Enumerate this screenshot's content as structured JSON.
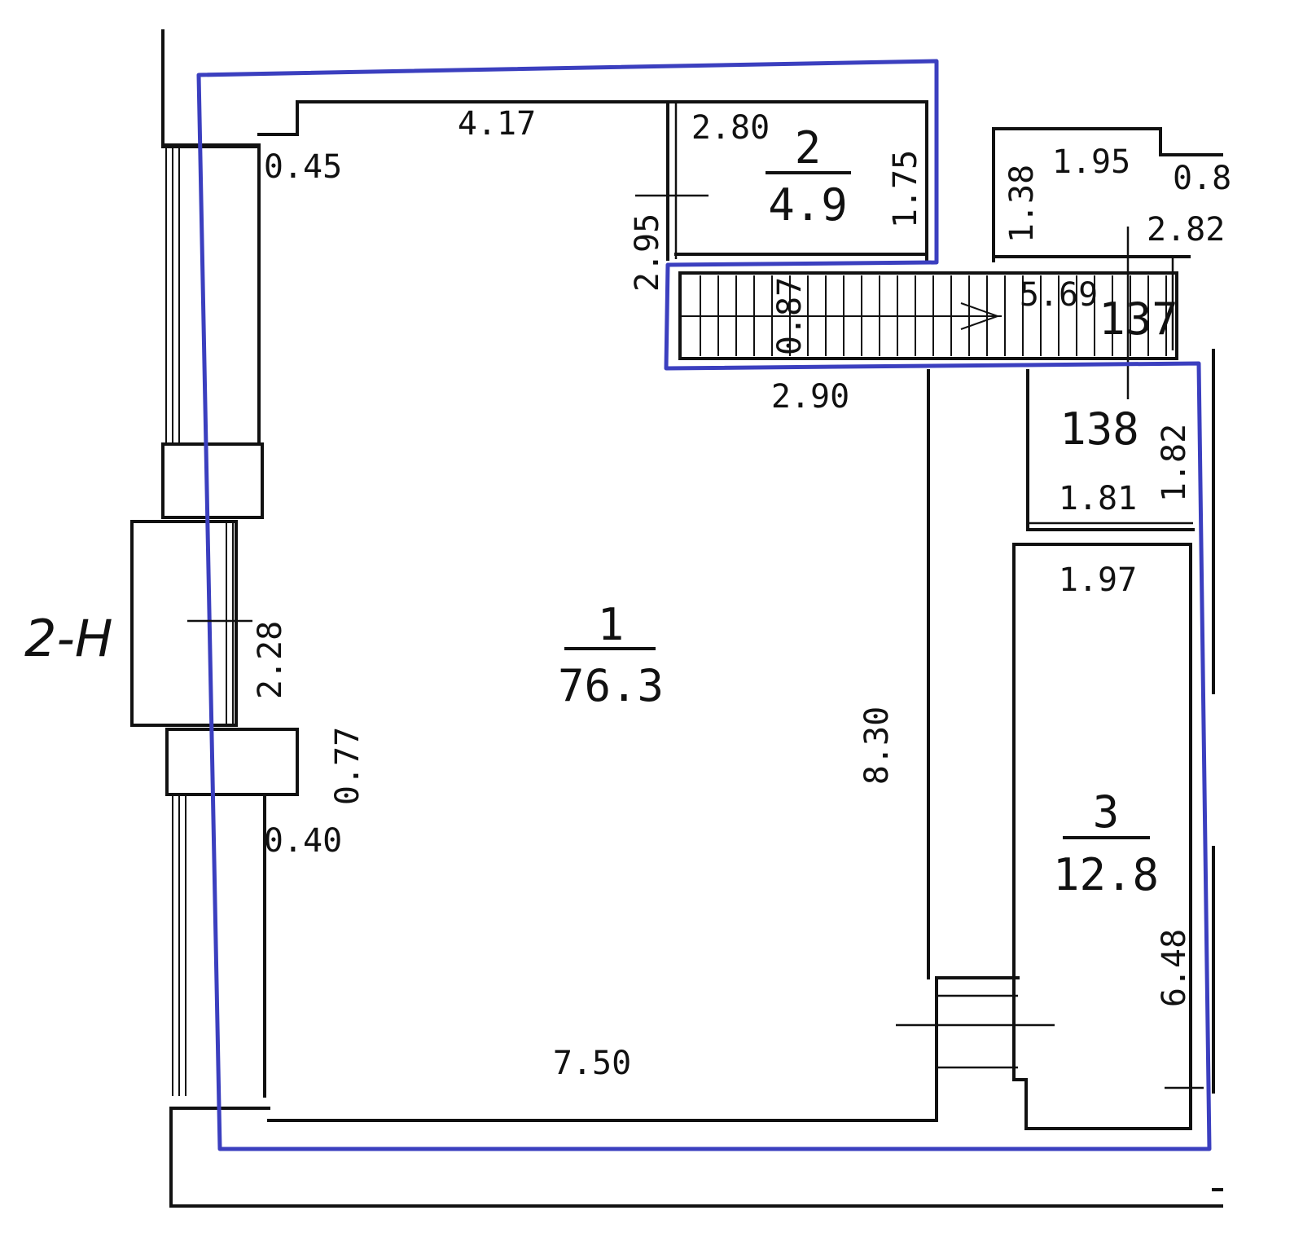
{
  "plan": {
    "side_label": "2-Н",
    "boundary_color": "#3b3fbf",
    "rooms": [
      {
        "number": "1",
        "area": "76.3"
      },
      {
        "number": "2",
        "area": "4.9"
      },
      {
        "number": "3",
        "area": "12.8"
      },
      {
        "number": "137"
      },
      {
        "number": "138"
      }
    ],
    "dimensions": {
      "top_wall": "4.17",
      "left_step_top": "0.45",
      "room2_width": "2.80",
      "room2_height": "1.75",
      "room2_left": "2.95",
      "stair_width": "2.90",
      "stair_a": "0.87",
      "stair_b": "5.69",
      "main_height": "8.30",
      "main_bottom": "7.50",
      "window_mid": "2.28",
      "pier": "0.77",
      "left_step_bottom": "0.40",
      "r138_height": "1.82",
      "r138_width": "1.81",
      "r3_width": "1.97",
      "r3_height": "6.48",
      "ne_width": "1.95",
      "ne_height": "1.38",
      "ne_small": "0.8",
      "ne_right": "2.82"
    }
  }
}
